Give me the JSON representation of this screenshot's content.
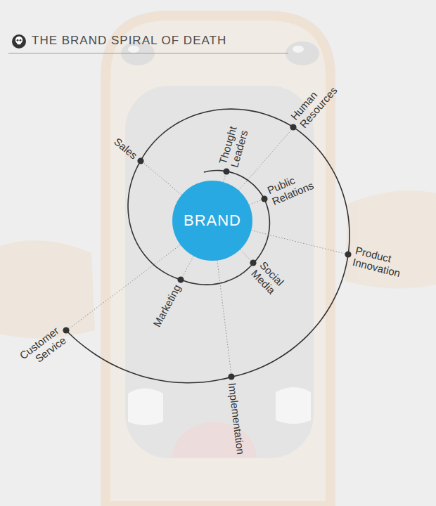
{
  "diagram": {
    "title": "THE BRAND SPIRAL OF DEATH",
    "nodes": [
      {
        "text": [
          "BRAND"
        ]
      },
      {
        "text": [
          "Thought Leaders"
        ]
      },
      {
        "text": [
          "Public Relations"
        ]
      },
      {
        "text": [
          "Social Media"
        ]
      },
      {
        "text": [
          "Marketing"
        ]
      },
      {
        "text": [
          "Sales"
        ]
      },
      {
        "text": [
          "Human Resources"
        ]
      },
      {
        "text": [
          "Product Innovation"
        ]
      },
      {
        "text": [
          "Implementation"
        ]
      },
      {
        "text": [
          "Customer Service"
        ]
      }
    ],
    "edges": [
      {
        "from": 0,
        "to": 1,
        "arrow": "none"
      },
      {
        "from": 0,
        "to": 2,
        "arrow": "none"
      },
      {
        "from": 0,
        "to": 3,
        "arrow": "none"
      },
      {
        "from": 0,
        "to": 4,
        "arrow": "none"
      },
      {
        "from": 0,
        "to": 5,
        "arrow": "none"
      },
      {
        "from": 0,
        "to": 6,
        "arrow": "none"
      },
      {
        "from": 0,
        "to": 7,
        "arrow": "none"
      },
      {
        "from": 0,
        "to": 8,
        "arrow": "none"
      },
      {
        "from": 0,
        "to": 9,
        "arrow": "none"
      }
    ]
  }
}
